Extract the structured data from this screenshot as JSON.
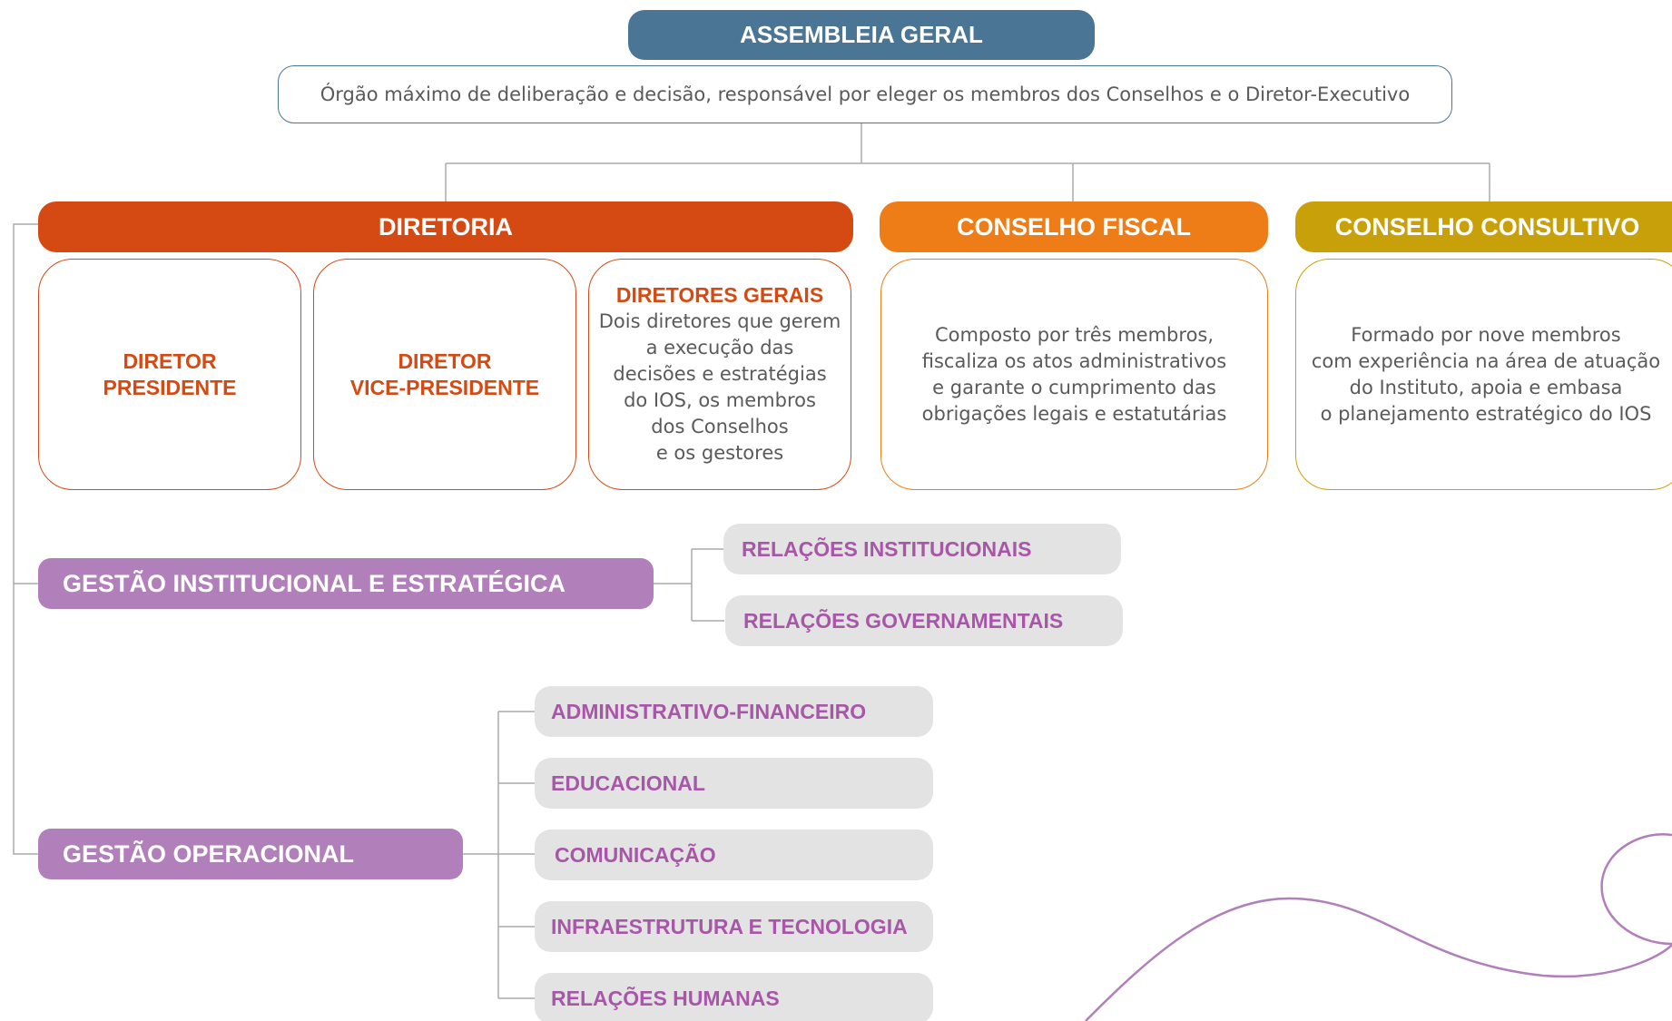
{
  "assembly": {
    "title": "ASSEMBLEIA GERAL",
    "description": "Órgão máximo de deliberação e decisão, responsável por eleger os membros dos Conselhos e o Diretor-Executivo"
  },
  "diretoria": {
    "title": "DIRETORIA",
    "presidente": "DIRETOR\nPRESIDENTE",
    "vice": "DIRETOR\nVICE-PRESIDENTE",
    "gerais_title": "DIRETORES GERAIS",
    "gerais_desc": "Dois diretores que gerem\na execução das\ndecisões e estratégias\ndo IOS, os membros\ndos Conselhos\ne os gestores"
  },
  "conselho_fiscal": {
    "title": "CONSELHO FISCAL",
    "desc": "Composto por três membros,\nfiscaliza os atos administrativos\ne garante o cumprimento das\nobrigações legais e estatutárias"
  },
  "conselho_consultivo": {
    "title": "CONSELHO CONSULTIVO",
    "desc": "Formado por nove membros\ncom experiência na área de atuação\ndo Instituto, apoia e embasa\no planejamento estratégico do IOS"
  },
  "gestao_institucional": {
    "title": "GESTÃO INSTITUCIONAL E ESTRATÉGICA",
    "items": [
      "RELAÇÕES INSTITUCIONAIS",
      "RELAÇÕES GOVERNAMENTAIS"
    ]
  },
  "gestao_operacional": {
    "title": "GESTÃO OPERACIONAL",
    "items": [
      "ADMINISTRATIVO-FINANCEIRO",
      "EDUCACIONAL",
      "COMUNICAÇÃO",
      "INFRAESTRUTURA E TECNOLOGIA",
      "RELAÇÕES HUMANAS"
    ]
  },
  "colors": {
    "assembly": "#4a7594",
    "diretoria": "#d44a12",
    "conselho_fiscal": "#ee7d18",
    "conselho_consultivo": "#c8a10a",
    "gestao": "#b17fb9",
    "gray_box": "#e3e3e3",
    "purple_text": "#a857a8",
    "connector": "#aaaaaa"
  }
}
